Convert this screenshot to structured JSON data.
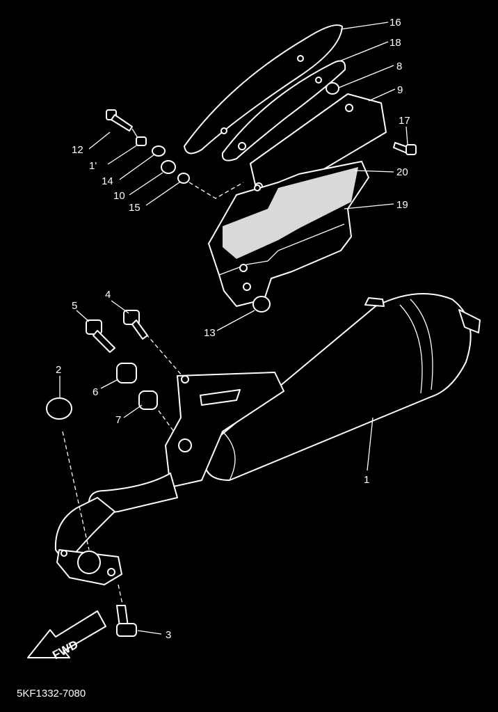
{
  "drawing_code": "5KF1332-7080",
  "fwd_label": "FWD",
  "callouts": [
    {
      "id": "16",
      "label": "16"
    },
    {
      "id": "18",
      "label": "18"
    },
    {
      "id": "8",
      "label": "8"
    },
    {
      "id": "9",
      "label": "9"
    },
    {
      "id": "17",
      "label": "17"
    },
    {
      "id": "20",
      "label": "20"
    },
    {
      "id": "19",
      "label": "19"
    },
    {
      "id": "12",
      "label": "12"
    },
    {
      "id": "11",
      "label": "1'"
    },
    {
      "id": "14",
      "label": "14"
    },
    {
      "id": "10",
      "label": "10"
    },
    {
      "id": "15",
      "label": "15"
    },
    {
      "id": "4",
      "label": "4"
    },
    {
      "id": "5",
      "label": "5"
    },
    {
      "id": "13",
      "label": "13"
    },
    {
      "id": "2",
      "label": "2"
    },
    {
      "id": "6",
      "label": "6"
    },
    {
      "id": "7",
      "label": "7"
    },
    {
      "id": "1",
      "label": "1"
    },
    {
      "id": "3",
      "label": "3"
    }
  ]
}
